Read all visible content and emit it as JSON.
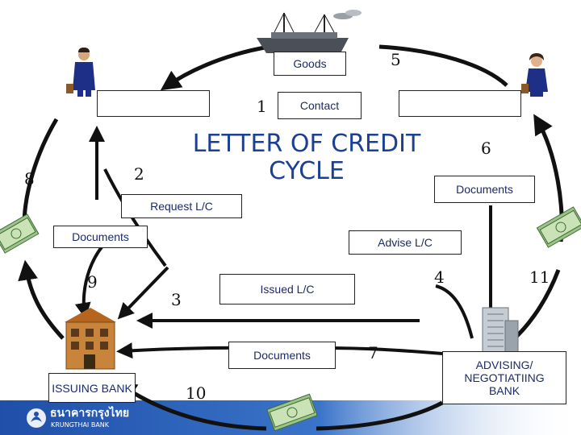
{
  "diagram": {
    "title_line1": "LETTER OF CREDIT",
    "title_line2": "CYCLE",
    "labels": {
      "goods": "Goods",
      "contact": "Contact",
      "documents_seller": "Documents",
      "request_lc": "Request L/C",
      "documents_left": "Documents",
      "advise_lc": "Advise L/C",
      "issued_lc": "Issued L/C",
      "documents_bottom": "Documents",
      "issuing_bank": "ISSUING BANK",
      "advising_bank": "ADVISING/ NEGOTIATIING BANK"
    },
    "steps": {
      "s1": "1",
      "s2": "2",
      "s3": "3",
      "s4": "4",
      "s5": "5",
      "s6": "6",
      "s7": "7",
      "s8": "8",
      "s9": "9",
      "s10": "10",
      "s11": "11"
    },
    "logo": {
      "line1": "ธนาคารกรุงไทย",
      "line2": "KRUNGTHAI BANK"
    }
  },
  "colors": {
    "arrow": "#111111",
    "title": "#1b3f92",
    "text": "#1b2a6b",
    "logo_band": "#1f4fa8"
  },
  "icons": [
    "ship-icon",
    "buyer-person-icon",
    "seller-person-icon",
    "money-stack-icon",
    "bank-building-icon",
    "office-tower-icon",
    "krungthai-logo-icon"
  ]
}
